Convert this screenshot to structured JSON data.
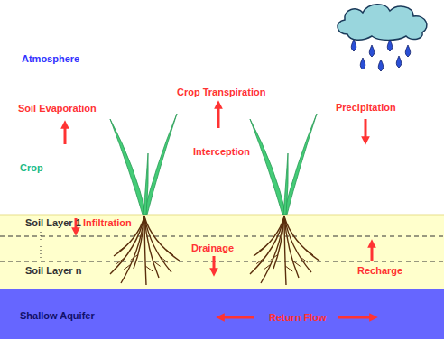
{
  "diagram": {
    "nodes": [
      {
        "text": [
          "Soil Layer 1",
          "Infiltration",
          "Drainage",
          "Soil Layer n",
          "Recharge"
        ]
      },
      {
        "text": [
          "Shallow Aquifer",
          "Return Flow"
        ]
      }
    ],
    "labels": [
      "Atmosphere",
      "Soil Evaporation",
      "Crop Transpiration",
      "Precipitation",
      "Crop",
      "Interception"
    ]
  }
}
